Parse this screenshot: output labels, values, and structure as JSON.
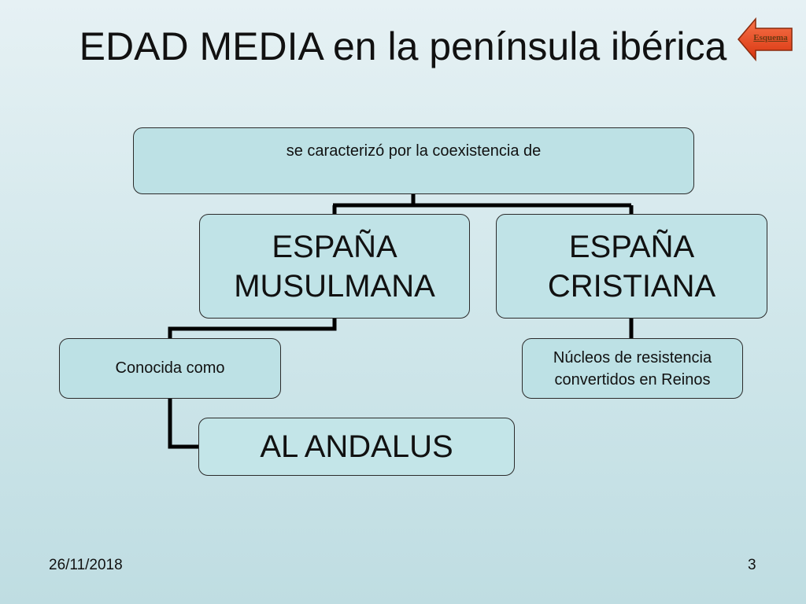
{
  "slide": {
    "title": "EDAD MEDIA en la península ibérica",
    "nav_button_label": "Esquema",
    "footer_date": "26/11/2018",
    "footer_page": "3"
  },
  "diagram": {
    "root": "se caracterizó por la coexistencia de",
    "left_branch": {
      "label": "ESPAÑA MUSULMANA",
      "child": "Conocida como",
      "grandchild": "AL ANDALUS"
    },
    "right_branch": {
      "label": "ESPAÑA CRISTIANA",
      "child": "Núcleos de resistencia convertidos en Reinos"
    }
  },
  "colors": {
    "box_fill": "#bde1e5",
    "box_border": "#2b2b2b",
    "connector": "#000000",
    "nav_arrow_fill": "#e8451c"
  }
}
